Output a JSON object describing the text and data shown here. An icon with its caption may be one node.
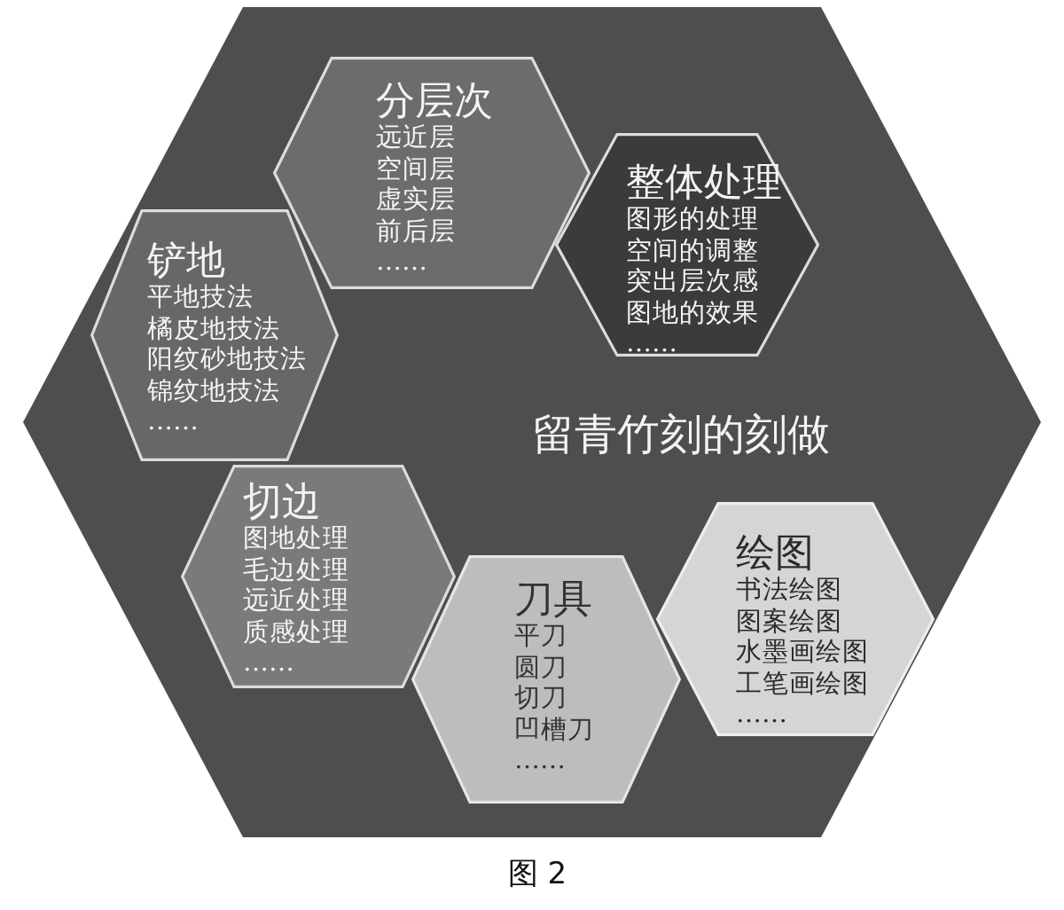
{
  "diagram": {
    "caption": "图 2",
    "nodes": [
      {
        "text": [
          "留青竹刻的刻做"
        ]
      },
      {
        "text": [
          "分层次",
          "远近层",
          "空间层",
          "虚实层",
          "前后层",
          "……"
        ],
        "in": 0
      },
      {
        "text": [
          "整体处理",
          "图形的处理",
          "空间的调整",
          "突出层次感",
          "图地的效果",
          "……"
        ],
        "in": 0
      },
      {
        "text": [
          "铲地",
          "平地技法",
          "橘皮地技法",
          "阳纹砂地技法",
          "锦纹地技法",
          "……"
        ],
        "in": 0
      },
      {
        "text": [
          "切边",
          "图地处理",
          "毛边处理",
          "远近处理",
          "质感处理",
          "……"
        ],
        "in": 0
      },
      {
        "text": [
          "刀具",
          "平刀",
          "圆刀",
          "切刀",
          "凹槽刀",
          "……"
        ],
        "in": 0
      },
      {
        "text": [
          "绘图",
          "书法绘图",
          "图案绘图",
          "水墨画绘图",
          "工笔画绘图",
          "……"
        ],
        "in": 0
      }
    ]
  }
}
